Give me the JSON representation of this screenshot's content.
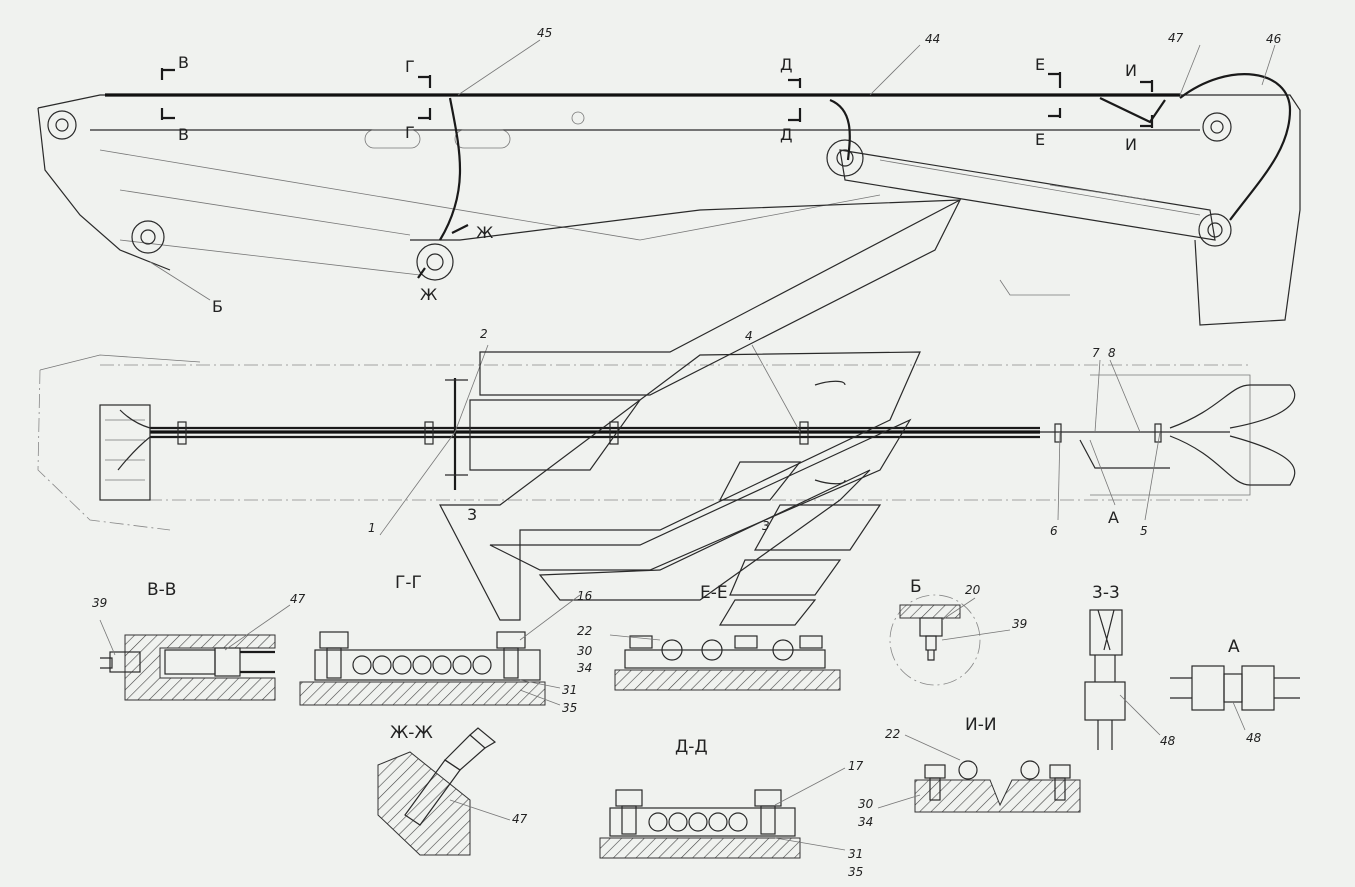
{
  "section_marks": {
    "v": "В",
    "g": "Г",
    "d": "Д",
    "e": "Е",
    "i": "И",
    "zh": "Ж",
    "z": "3",
    "b": "Б",
    "a": "А"
  },
  "part_numbers": {
    "p1": "1",
    "p2": "2",
    "p3": "3",
    "p4": "4",
    "p5": "5",
    "p6": "6",
    "p7": "7",
    "p8": "8",
    "p16": "16",
    "p17": "17",
    "p20": "20",
    "p22": "22",
    "p22b": "22",
    "p30": "30",
    "p30b": "30",
    "p31": "31",
    "p31b": "31",
    "p34": "34",
    "p34b": "34",
    "p35": "35",
    "p35b": "35",
    "p39": "39",
    "p39b": "39",
    "p44": "44",
    "p45": "45",
    "p46": "46",
    "p47": "47",
    "p47b": "47",
    "p47c": "47",
    "p48": "48",
    "p48b": "48"
  },
  "section_titles": {
    "vv": "В-В",
    "gg": "Г-Г",
    "ee": "Е-Е",
    "b": "Б",
    "zz": "3-3",
    "a": "А",
    "zhzh": "Ж-Ж",
    "dd": "Д-Д",
    "ii": "И-И"
  }
}
